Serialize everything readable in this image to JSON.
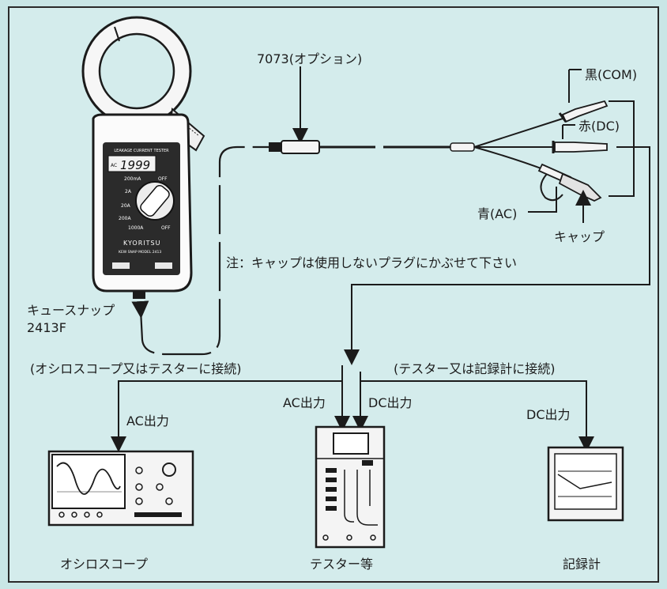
{
  "labels": {
    "option_code": "7073(オプション)",
    "black_com": "黒(COM)",
    "red_dc": "赤(DC)",
    "blue_ac": "青(AC)",
    "cap": "キャップ",
    "note": "注：キャップは使用しないプラグにかぶせて下さい",
    "clamp_name": "キュースナップ",
    "clamp_model": "2413F",
    "left_connect": "(オシロスコープ又はテスターに接続)",
    "right_connect": "(テスター又は記録計に接続)",
    "ac_output_left": "AC出力",
    "ac_output_center": "AC出力",
    "dc_output_center": "DC出力",
    "dc_output_right": "DC出力",
    "oscilloscope": "オシロスコープ",
    "tester": "テスター等",
    "recorder": "記録計"
  },
  "clamp_meter": {
    "header": "LEAKAGE CURRENT TESTER",
    "display_prefix": "AC",
    "display_value": "1999",
    "range_labels": [
      "200mA",
      "OFF",
      "2A",
      "20A",
      "200A",
      "1000A",
      "OFF"
    ],
    "brand": "KYORITSU",
    "model_text": "KEW SNAP MODEL 2413"
  },
  "colors": {
    "background": "#d4ecec",
    "line": "#1b1b1b",
    "meter_body": "#ffffff",
    "meter_panel": "#2b2b2b"
  }
}
